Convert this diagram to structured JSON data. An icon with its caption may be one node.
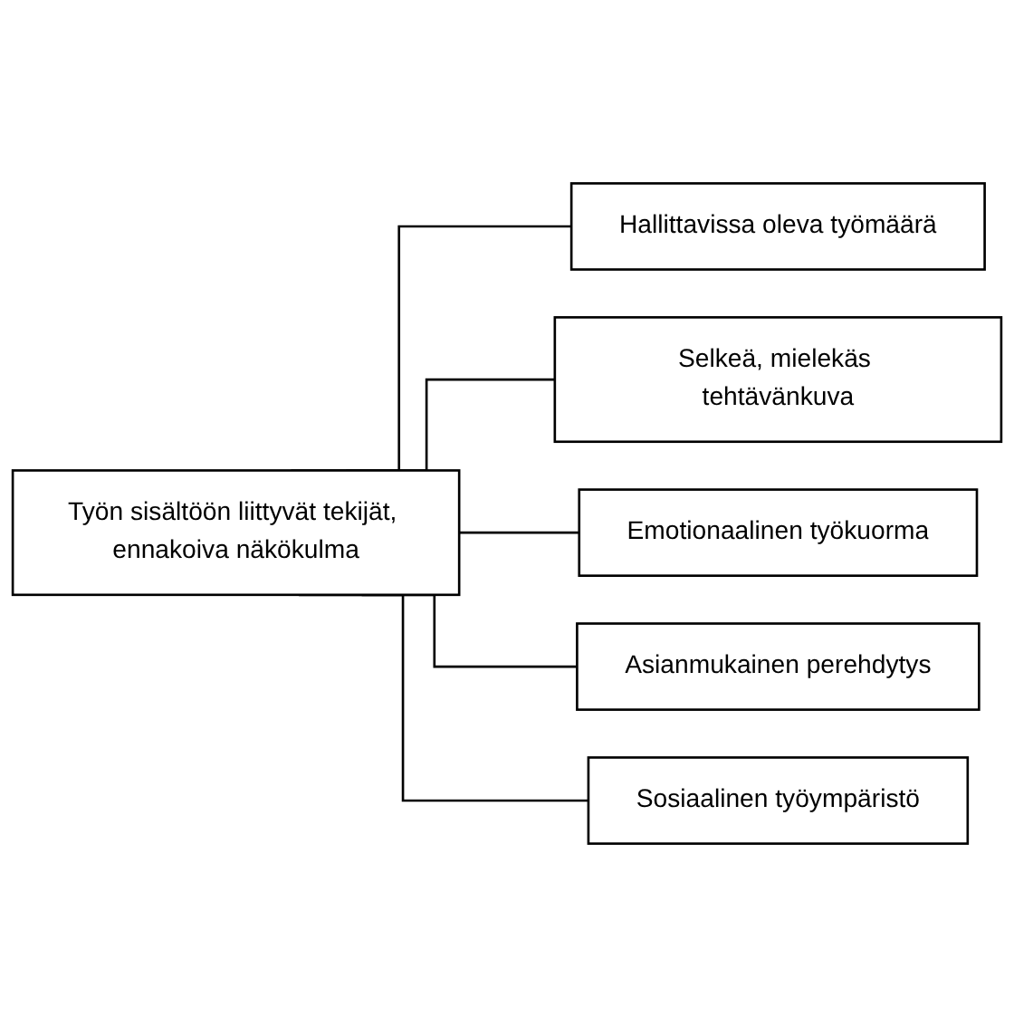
{
  "diagram": {
    "nodes": [
      {
        "text": [
          "Työn sisältöön liittyvät tekijät, ennakoiva näkökulma"
        ]
      },
      {
        "text": [
          "Hallittavissa oleva työmäärä"
        ]
      },
      {
        "text": [
          "Selkeä, mielekäs tehtävänkuva"
        ]
      },
      {
        "text": [
          "Emotionaalinen työkuorma"
        ]
      },
      {
        "text": [
          "Asianmukainen perehdytys"
        ]
      },
      {
        "text": [
          "Sosiaalinen työympäristö"
        ]
      }
    ],
    "edges": [
      {
        "from": 0,
        "to": 1,
        "arrow": "none"
      },
      {
        "from": 0,
        "to": 2,
        "arrow": "none"
      },
      {
        "from": 0,
        "to": 3,
        "arrow": "none"
      },
      {
        "from": 0,
        "to": 4,
        "arrow": "none"
      },
      {
        "from": 0,
        "to": 5,
        "arrow": "none"
      }
    ]
  }
}
